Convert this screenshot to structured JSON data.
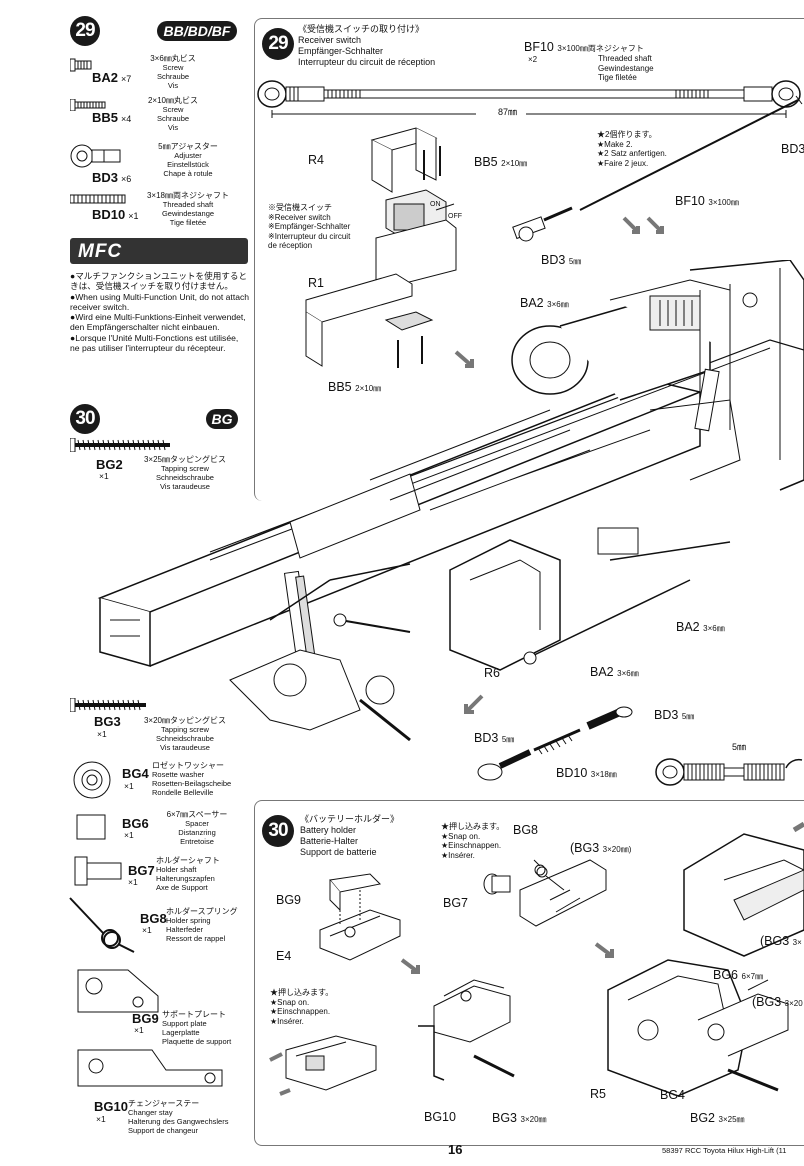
{
  "left_column": {
    "step29_num": "29",
    "step29_groups": "BB/BD/BF",
    "parts29": [
      {
        "code": "BA2",
        "qty": "×7",
        "jp": "3×6㎜丸ビス",
        "en": "Screw",
        "de": "Schraube",
        "fr": "Vis"
      },
      {
        "code": "BB5",
        "qty": "×4",
        "jp": "2×10㎜丸ビス",
        "en": "Screw",
        "de": "Schraube",
        "fr": "Vis"
      },
      {
        "code": "BD3",
        "qty": "×6",
        "jp": "5㎜アジャスター",
        "en": "Adjuster",
        "de": "Einstellstück",
        "fr": "Chape à rotule"
      },
      {
        "code": "BD10",
        "qty": "×1",
        "jp": "3×18㎜両ネジシャフト",
        "en": "Threaded shaft",
        "de": "Gewindestange",
        "fr": "Tige filetée"
      }
    ],
    "mfc_logo": "MFC",
    "mfc_notes": [
      "●マルチファンクションユニットを使用するときは、受信機スイッチを取り付けません。",
      "●When using Multi-Function Unit, do not attach receiver switch.",
      "●Wird eine Multi-Funktions-Einheit verwendet, den Empfängerschalter nicht einbauen.",
      "●Lorsque l'Unité Multi-Fonctions est utilisée, ne pas utiliser l'interrupteur du récepteur."
    ],
    "step30_num": "30",
    "step30_group": "BG",
    "bg2": {
      "code": "BG2",
      "qty": "×1",
      "jp": "3×25㎜タッピングビス",
      "en": "Tapping screw",
      "de": "Schneidschraube",
      "fr": "Vis taraudeuse"
    },
    "parts30": [
      {
        "code": "BG3",
        "qty": "×1",
        "jp": "3×20㎜タッピングビス",
        "en": "Tapping screw",
        "de": "Schneidschraube",
        "fr": "Vis taraudeuse"
      },
      {
        "code": "BG4",
        "qty": "×1",
        "jp": "ロゼットワッシャー",
        "en": "Rosette washer",
        "de": "Rosetten-Beilagscheibe",
        "fr": "Rondelle Belleville"
      },
      {
        "code": "BG6",
        "qty": "×1",
        "jp": "6×7㎜スペーサー",
        "en": "Spacer",
        "de": "Distanzring",
        "fr": "Entretoise"
      },
      {
        "code": "BG7",
        "qty": "×1",
        "jp": "ホルダーシャフト",
        "en": "Holder shaft",
        "de": "Halterungszapfen",
        "fr": "Axe de Support"
      },
      {
        "code": "BG8",
        "qty": "×1",
        "jp": "ホルダースプリング",
        "en": "Holder spring",
        "de": "Halterfeder",
        "fr": "Ressort de rappel"
      },
      {
        "code": "BG9",
        "qty": "×1",
        "jp": "サポートプレート",
        "en": "Support plate",
        "de": "Lagerplatte",
        "fr": "Plaquette de support"
      },
      {
        "code": "BG10",
        "qty": "×1",
        "jp": "チェンジャーステー",
        "en": "Changer stay",
        "de": "Halterung des Gangwechslers",
        "fr": "Support de changeur"
      }
    ]
  },
  "step29_panel": {
    "num": "29",
    "title_jp": "《受信機スイッチの取り付け》",
    "title_en": "Receiver switch",
    "title_de": "Empfänger-Schhalter",
    "title_fr": "Interrupteur du circuit de réception",
    "bf10_head": "BF10",
    "bf10_jp": "3×100㎜両ネジシャフト",
    "bf10_qty": "×2",
    "bf10_en": "Threaded shaft",
    "bf10_de": "Gewindestange",
    "bf10_fr": "Tige filetée",
    "dim_87": "87㎜",
    "make2": [
      "★2個作ります。",
      "★Make 2.",
      "★2 Satz anfertigen.",
      "★Faire 2 jeux."
    ],
    "switch_note": [
      "※受信機スイッチ",
      "※Receiver switch",
      "※Empfänger-Schhalter",
      "※Interrupteur du circuit",
      "de réception"
    ],
    "labels": {
      "r4": "R4",
      "bb5_top": "BB5",
      "bb5_top_dim": "2×10㎜",
      "bd3_right": "BD3",
      "bf10_mid": "BF10",
      "bf10_mid_dim": "3×100㎜",
      "bd3_5": "BD3",
      "bd3_5_dim": "5㎜",
      "r1": "R1",
      "ba2_top": "BA2",
      "ba2_top_dim": "3×6㎜",
      "bb5_bottom": "BB5",
      "bb5_bottom_dim": "2×10㎜",
      "ba2_right": "BA2",
      "ba2_right_dim": "3×6㎜",
      "r6": "R6",
      "ba2_bot": "BA2",
      "ba2_bot_dim": "3×6㎜",
      "bd3_lower": "BD3",
      "bd3_lower_dim": "5㎜",
      "bd3_left": "BD3",
      "bd3_left_dim": "5㎜",
      "bd10": "BD10",
      "bd10_dim": "3×18㎜",
      "dim_5": "5㎜",
      "on": "ON",
      "off": "OFF"
    }
  },
  "step30_panel": {
    "num": "30",
    "title_jp": "《バッテリーホルダー》",
    "title_en": "Battery holder",
    "title_de": "Batterie-Halter",
    "title_fr": "Support de batterie",
    "snap_top": [
      "★押し込みます。",
      "★Snap on.",
      "★Einschnappen.",
      "★Insérer."
    ],
    "snap_left": [
      "★押し込みます。",
      "★Snap on.",
      "★Einschnappen.",
      "★Insérer."
    ],
    "labels": {
      "bg8": "BG8",
      "bg3_top": "(BG3",
      "bg3_top_dim": "3×20㎜)",
      "bg9": "BG9",
      "bg7": "BG7",
      "e4": "E4",
      "bg3_right": "(BG3",
      "bg3_right_dim": "3×",
      "bg6": "BG6",
      "bg6_dim": "6×7㎜",
      "bg3_r2": "(BG3",
      "bg3_r2_dim": "3×20",
      "bg10": "BG10",
      "bg3_bot": "BG3",
      "bg3_bot_dim": "3×20㎜",
      "r5": "R5",
      "bg4": "BG4",
      "bg2": "BG2",
      "bg2_dim": "3×25㎜"
    }
  },
  "footer": {
    "page": "16",
    "ref": "58397 RCC Toyota Hilux High-Lift (11"
  }
}
